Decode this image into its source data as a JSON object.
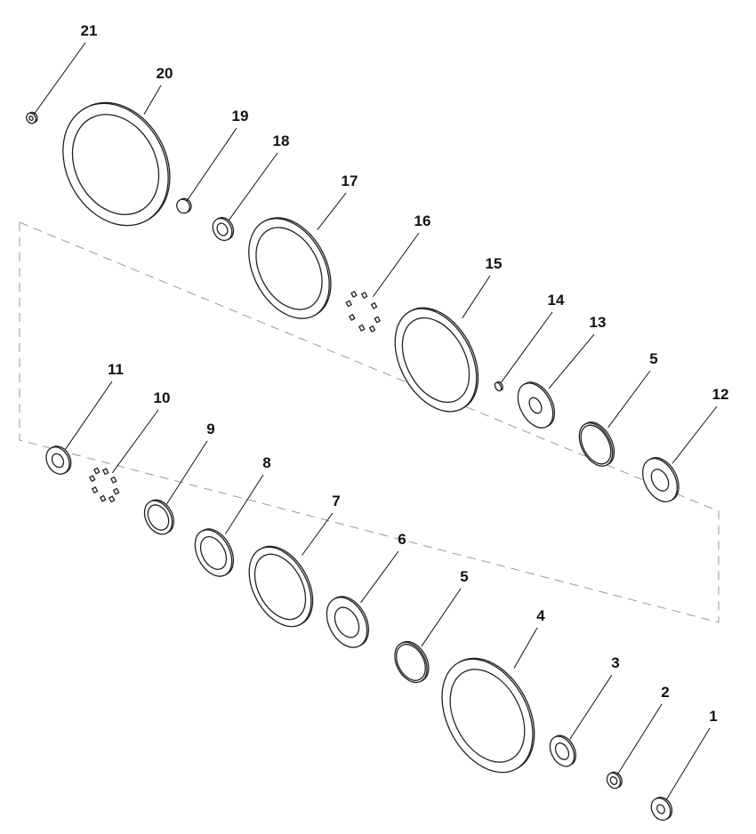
{
  "diagram": {
    "type": "exploded-parts-view",
    "callouts": [
      "21",
      "20",
      "19",
      "18",
      "17",
      "16",
      "15",
      "14",
      "13",
      "5",
      "12",
      "11",
      "10",
      "9",
      "8",
      "7",
      "6",
      "5",
      "4",
      "3",
      "2",
      "1"
    ]
  }
}
